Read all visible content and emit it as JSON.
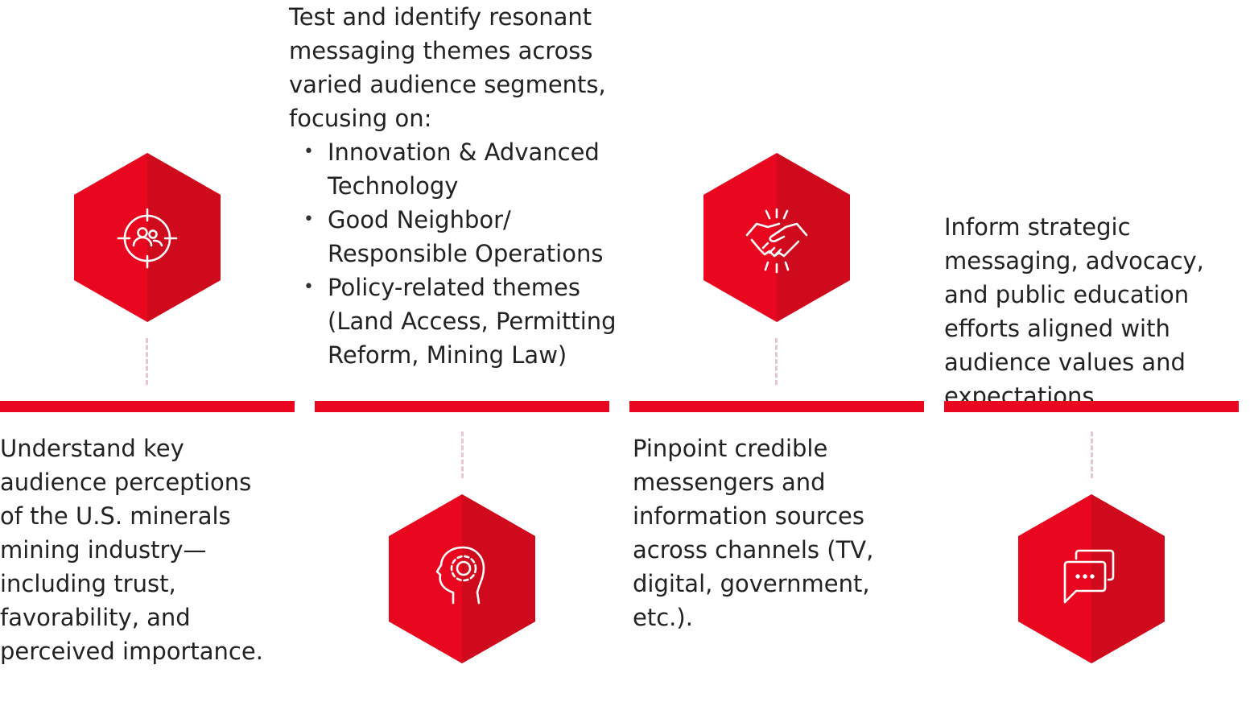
{
  "colors": {
    "accent": "#e8071f",
    "accent_dark": "#cf0a1d",
    "text": "#222222",
    "connector": "#e8c7cc"
  },
  "steps": [
    {
      "icon": "target-audience-icon",
      "text": "Understand key audience perceptions of the U.S. minerals mining industry—including trust, favorability, and perceived importance."
    },
    {
      "icon": "head-gear-icon",
      "intro": "Test and identify resonant messaging themes across varied audience segments, focusing on:",
      "bullets": [
        "Innovation & Advanced Technology",
        "Good Neighbor/ Responsible Operations",
        "Policy-related themes (Land Access, Permitting Reform, Mining Law)"
      ]
    },
    {
      "icon": "handshake-icon",
      "text": "Pinpoint credible messengers and information sources across channels (TV, digital, government, etc.)."
    },
    {
      "icon": "chat-bubbles-icon",
      "text": "Inform strategic messaging, advocacy, and public education efforts aligned with audience values and expectations."
    }
  ]
}
